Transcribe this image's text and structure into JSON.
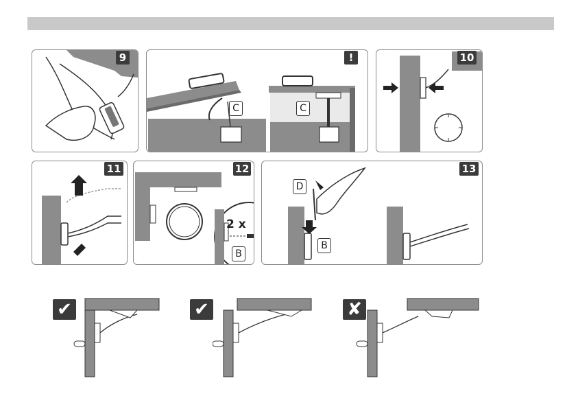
{
  "steps": {
    "s9": "9",
    "warn": "!",
    "s10": "10",
    "s11": "11",
    "s12": "12",
    "s13": "13"
  },
  "labels": {
    "c1": "C",
    "c2": "C",
    "b1": "B",
    "b2": "B",
    "d": "D",
    "count": "2 x"
  },
  "marks": {
    "ok1": "✔",
    "ok2": "✔",
    "bad": "✘"
  },
  "colors": {
    "wall": "#8c8c8c",
    "dark": "#3b3b3b",
    "bar": "#c9c9c9"
  }
}
